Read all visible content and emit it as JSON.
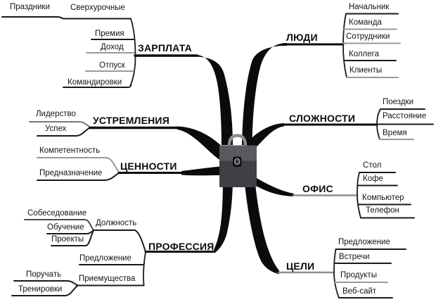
{
  "diagram": {
    "kind": "mindmap",
    "language": "ru",
    "colors": {
      "branch_black": "#0b0b0b",
      "line_black": "#1a1a1a",
      "line_gray": "#999999",
      "case_flap": "#595a5e",
      "case_body": "#3f4043",
      "case_handle": "#8d8d8d",
      "background": "#ffffff"
    },
    "center": {
      "icon": "briefcase-icon"
    },
    "left": {
      "zarplata": {
        "label": "ЗАРПЛАТА",
        "items": {
          "sverkhurochnye": {
            "label": "Сверхурочные",
            "items": {
              "prazdniki": {
                "label": "Праздники"
              }
            }
          },
          "premiya": {
            "label": "Премия"
          },
          "dokhod": {
            "label": "Доход"
          },
          "otpusk": {
            "label": "Отпуск"
          },
          "komandirovki": {
            "label": "Командировки"
          }
        }
      },
      "ustremleniya": {
        "label": "УСТРЕМЛЕНИЯ",
        "items": {
          "liderstvo": {
            "label": "Лидерство"
          },
          "uspekh": {
            "label": "Успех"
          }
        }
      },
      "tsennosti": {
        "label": "ЦЕННОСТИ",
        "items": {
          "kompetentnost": {
            "label": "Компетентность"
          },
          "prednaznachenie": {
            "label": "Предназначение"
          }
        }
      },
      "professiya": {
        "label": "ПРОФЕССИЯ",
        "items": {
          "dolzhnost": {
            "label": "Должность",
            "items": {
              "sobesedovanie": {
                "label": "Собеседование"
              },
              "obuchenie": {
                "label": "Обучение"
              },
              "proekty": {
                "label": "Проекты"
              }
            }
          },
          "predlozhenie": {
            "label": "Предложение"
          },
          "priemushchestva": {
            "label": "Приемущества",
            "items": {
              "poruchat": {
                "label": "Поручать"
              },
              "trenirovki": {
                "label": "Тренировки"
              }
            }
          }
        }
      }
    },
    "right": {
      "lyudi": {
        "label": "ЛЮДИ",
        "items": {
          "nachalnik": {
            "label": "Начальник"
          },
          "komanda": {
            "label": "Команда"
          },
          "sotrudniki": {
            "label": "Сотрудники"
          },
          "kollega": {
            "label": "Коллега"
          },
          "klienty": {
            "label": "Клиенты"
          }
        }
      },
      "slozhnosti": {
        "label": "СЛОЖНОСТИ",
        "items": {
          "poezdki": {
            "label": "Поездки"
          },
          "rasstoyanie": {
            "label": "Расстояние"
          },
          "vremya": {
            "label": "Время"
          }
        }
      },
      "ofis": {
        "label": "ОФИС",
        "items": {
          "stol": {
            "label": "Стол"
          },
          "kofe": {
            "label": "Кофе"
          },
          "kompyuter": {
            "label": "Компьютер"
          },
          "telefon": {
            "label": "Телефон"
          }
        }
      },
      "tseli": {
        "label": "ЦЕЛИ",
        "items": {
          "predlozhenie": {
            "label": "Предложение"
          },
          "vstrechi": {
            "label": "Встречи"
          },
          "produkty": {
            "label": "Продукты"
          },
          "websait": {
            "label": "Веб-сайт"
          }
        }
      }
    }
  }
}
